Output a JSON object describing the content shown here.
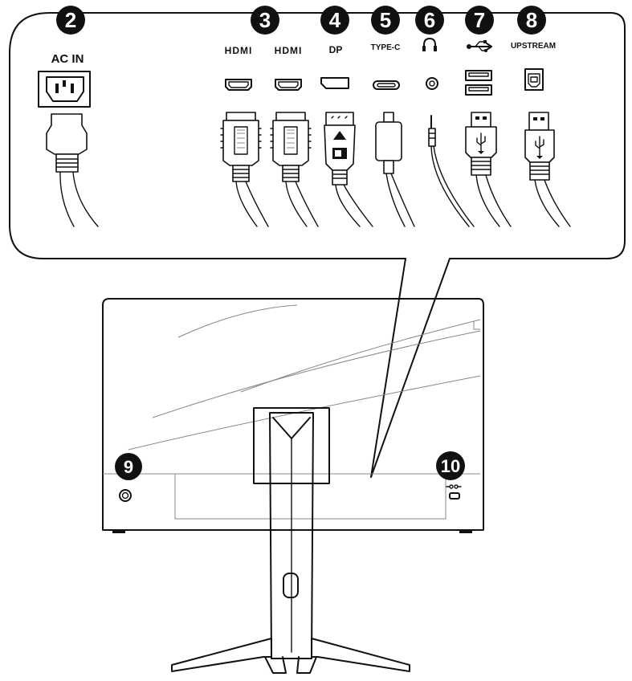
{
  "callouts": [
    {
      "number": "2",
      "label": "AC IN"
    },
    {
      "number": "3",
      "label": "HDMI"
    },
    {
      "number": "4",
      "label": "DP"
    },
    {
      "number": "5",
      "label": "TYPE-C"
    },
    {
      "number": "6",
      "label": ""
    },
    {
      "number": "7",
      "label": ""
    },
    {
      "number": "8",
      "label": "UPSTREAM"
    },
    {
      "number": "9",
      "label": ""
    },
    {
      "number": "10",
      "label": ""
    }
  ],
  "hdmi_second_label": "HDMI",
  "icons": {
    "headphone": "headphone-icon",
    "usb": "usb-trident-icon",
    "lock": "kensington-lock-icon"
  }
}
